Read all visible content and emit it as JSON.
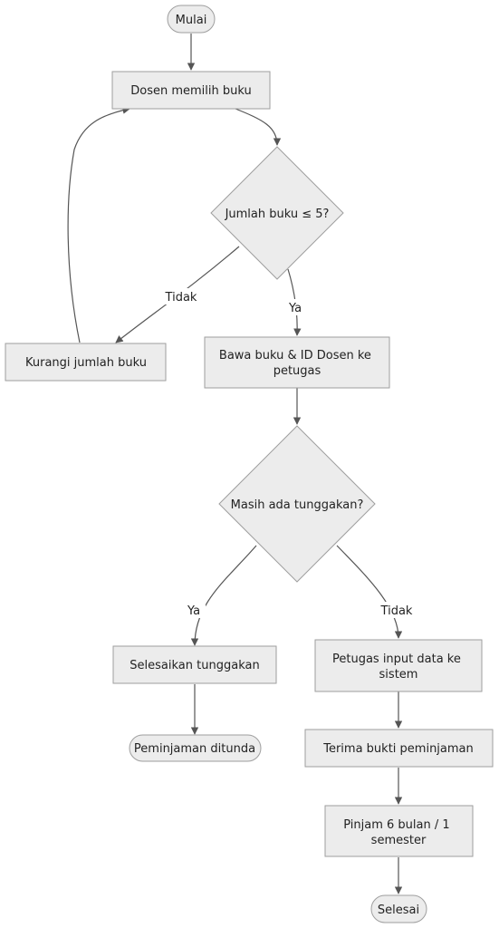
{
  "nodes": {
    "start": "Mulai",
    "select_books": "Dosen memilih buku",
    "check_count": "Jumlah buku ≤ 5?",
    "reduce_books": "Kurangi jumlah buku",
    "bring_books": [
      "Bawa buku & ID Dosen ke",
      "petugas"
    ],
    "check_arrears": "Masih ada tunggakan?",
    "settle_arrears": "Selesaikan tunggakan",
    "loan_postponed": "Peminjaman ditunda",
    "staff_input": [
      "Petugas input data ke",
      "sistem"
    ],
    "receive_proof": "Terima bukti peminjaman",
    "loan_duration": [
      "Pinjam 6 bulan / 1",
      "semester"
    ],
    "end": "Selesai"
  },
  "edges": {
    "count_no": "Tidak",
    "count_yes": "Ya",
    "arrears_yes": "Ya",
    "arrears_no": "Tidak"
  }
}
